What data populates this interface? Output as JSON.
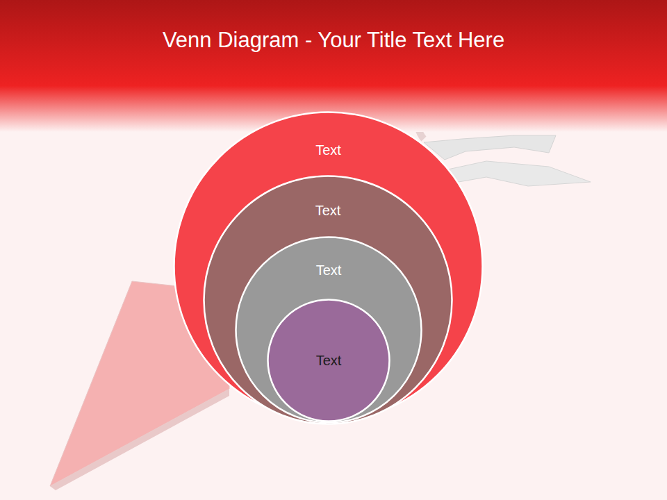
{
  "diagram": {
    "title": "Venn Diagram - Your Title Text Here",
    "nodes": [
      {
        "text": [
          "Text"
        ]
      },
      {
        "text": [
          "Text"
        ],
        "in": 0
      },
      {
        "text": [
          "Text"
        ],
        "in": 1
      },
      {
        "text": [
          "Text"
        ],
        "in": 2
      }
    ]
  }
}
